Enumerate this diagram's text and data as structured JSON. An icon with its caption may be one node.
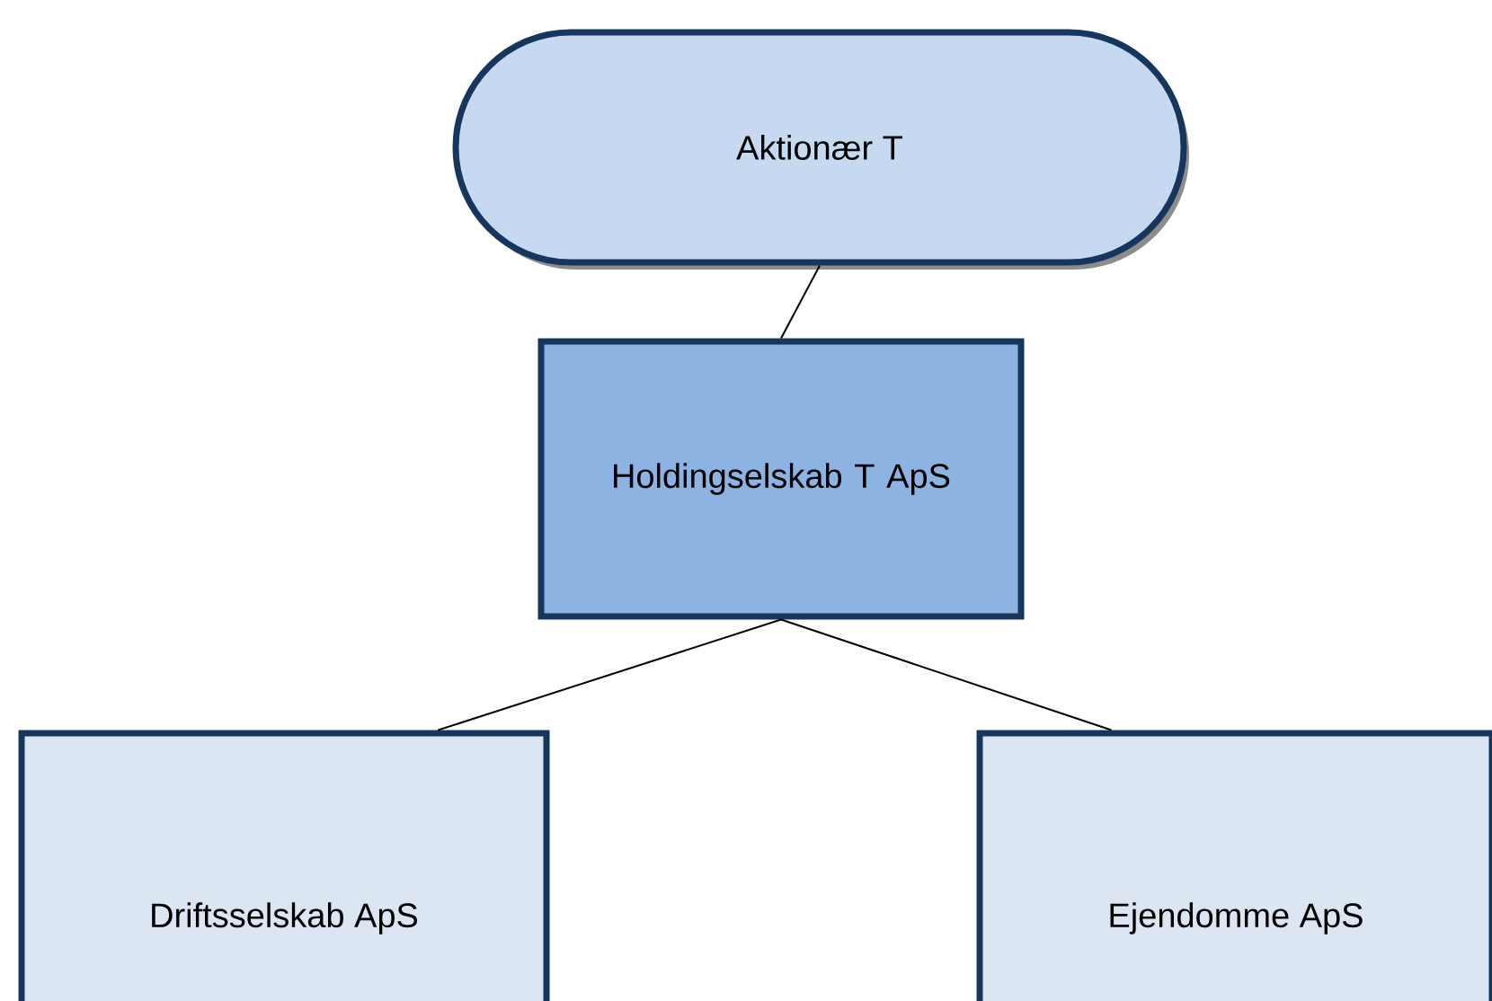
{
  "diagram": {
    "nodes": [
      {
        "text": [
          "Aktionær T"
        ]
      },
      {
        "text": [
          "Holdingselskab T ApS"
        ]
      },
      {
        "text": [
          "Driftsselskab ApS"
        ]
      },
      {
        "text": [
          "Ejendomme ApS"
        ]
      }
    ],
    "edges": [
      {
        "from": 0,
        "to": 1,
        "arrow": "none"
      },
      {
        "from": 1,
        "to": 2,
        "arrow": "none"
      },
      {
        "from": 1,
        "to": 3,
        "arrow": "none"
      }
    ]
  }
}
